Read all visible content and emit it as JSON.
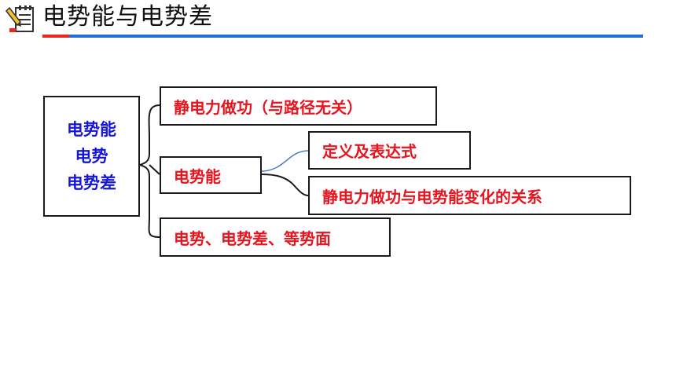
{
  "header": {
    "title": "电势能与电势差",
    "icon": "notebook-pencil-icon",
    "colors": {
      "accent_red": "#e8271f",
      "rule_blue": "#1f6fd6"
    }
  },
  "diagram": {
    "root": {
      "lines": [
        "电势能",
        "电势",
        "电势差"
      ],
      "color": "#1515d6"
    },
    "branches": [
      {
        "label": "静电力做功（与路径无关）"
      },
      {
        "label": "电势能"
      },
      {
        "label": "电势、电势差、等势面"
      }
    ],
    "sub_branches": [
      {
        "label": "定义及表达式"
      },
      {
        "label": "静电力做功与电势能变化的关系"
      }
    ],
    "text_color": "#e8141e",
    "connector_colors": {
      "main": "#1a1a1a",
      "highlight": "#4a7fc0"
    }
  }
}
